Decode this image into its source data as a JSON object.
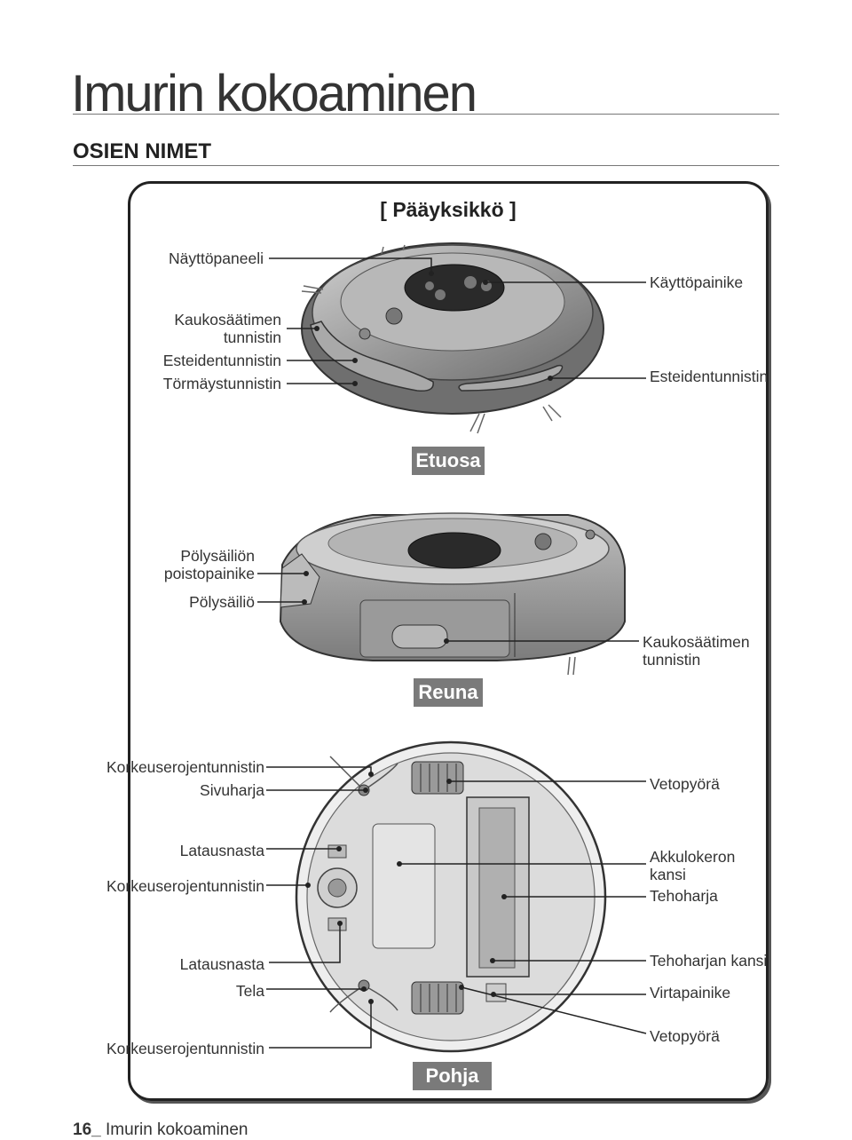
{
  "header": {
    "title": "Imurin kokoaminen",
    "section": "OSIEN NIMET"
  },
  "panel": {
    "title": "[ Pääyksikkö ]"
  },
  "views": {
    "front": {
      "tag": "Etuosa",
      "left_labels": [
        "Näyttöpaneeli",
        "Kaukosäätimen",
        "tunnistin",
        "Esteidentunnistin",
        "Törmäystunnistin"
      ],
      "right_labels": [
        "Käyttöpainike",
        "Esteidentunnistin"
      ]
    },
    "side": {
      "tag": "Reuna",
      "left_labels": [
        "Pölysäiliön",
        "poistopainike",
        "Pölysäiliö"
      ],
      "right_labels": [
        "Kaukosäätimen",
        "tunnistin"
      ]
    },
    "bottom": {
      "tag": "Pohja",
      "left_labels": [
        "Korkeuserojentunnistin",
        "Sivuharja",
        "Latausnasta",
        "Korkeuserojentunnistin",
        "Latausnasta",
        "Tela",
        "Korkeuserojentunnistin"
      ],
      "right_labels": [
        "Vetopyörä",
        "Akkulokeron",
        "kansi",
        "Tehoharja",
        "Tehoharjan kansi",
        "Virtapainike",
        "Vetopyörä"
      ]
    }
  },
  "footer": {
    "page_number": "16_",
    "text": "Imurin kokoaminen"
  }
}
